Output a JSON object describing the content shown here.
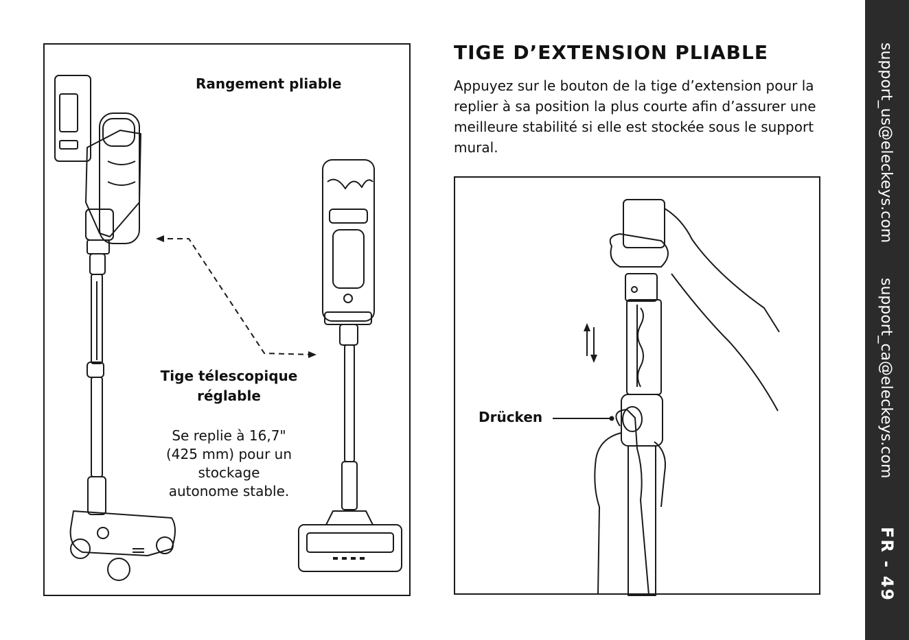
{
  "left_panel": {
    "storage_label": "Rangement pliable",
    "telescopic_title_line1": "Tige télescopique",
    "telescopic_title_line2": "réglable",
    "telescopic_desc_line1": "Se replie à 16,7\"",
    "telescopic_desc_line2": "(425 mm) pour un",
    "telescopic_desc_line3": "stockage",
    "telescopic_desc_line4": "autonome stable."
  },
  "section": {
    "title": "TIGE D’EXTENSION PLIABLE",
    "body": "Appuyez sur le bouton de la tige d’extension pour la replier à sa position la plus courte afin d’assurer une meilleure stabilité si elle est stockée sous le support mural."
  },
  "right_panel": {
    "press_label": "Drücken"
  },
  "side_tab": {
    "email_us": "support_us@eleckeys.com",
    "email_ca": "support_ca@eleckeys.com",
    "page_number": "FR - 49"
  },
  "colors": {
    "tab_background": "#2b2b2b",
    "line_art": "#1a1a1a"
  }
}
